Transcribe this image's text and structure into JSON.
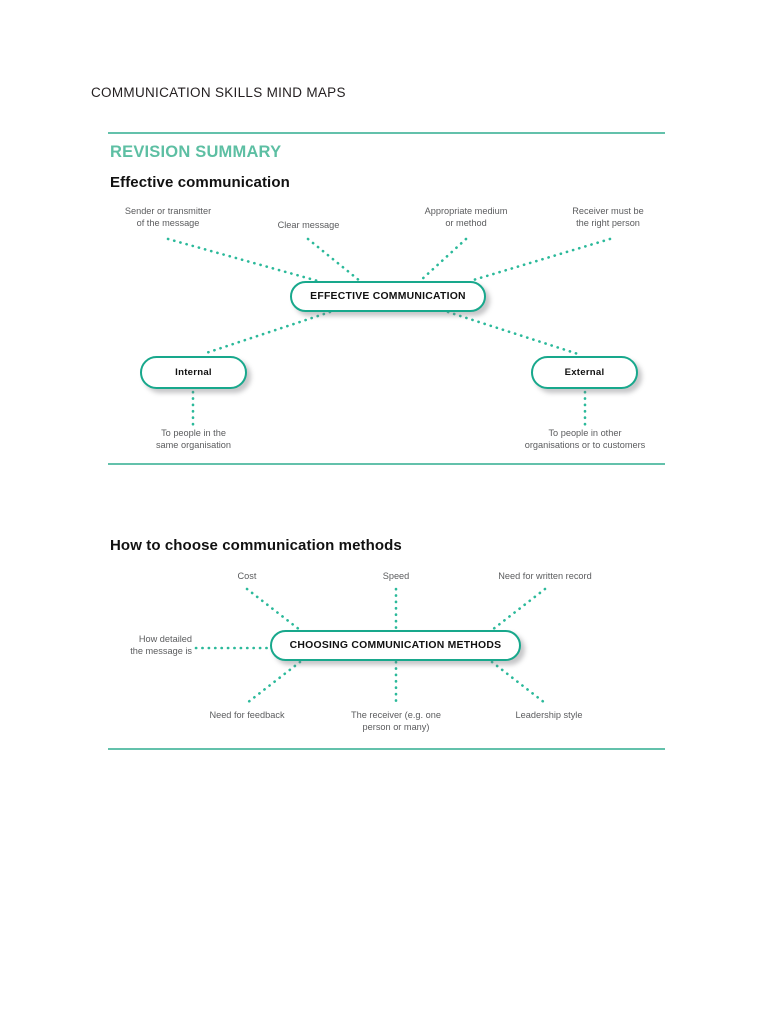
{
  "document": {
    "title": "COMMUNICATION SKILLS MIND MAPS",
    "section_label": "REVISION SUMMARY"
  },
  "colors": {
    "rule": "#63c1ab",
    "section_label": "#5dbfa3",
    "node_border": "#18a88c",
    "dotted_line": "#2bb99a",
    "leaf_text": "#5b5c5e",
    "heading_text": "#111111"
  },
  "mindmaps": [
    {
      "heading": "Effective communication",
      "central": {
        "label": "EFFECTIVE COMMUNICATION"
      },
      "top_leaves": [
        {
          "label": "Sender or transmitter\nof the message"
        },
        {
          "label": "Clear message"
        },
        {
          "label": "Appropriate medium\nor method"
        },
        {
          "label": "Receiver must be\nthe right person"
        }
      ],
      "branches": [
        {
          "label": "Internal",
          "leaf": "To people in the\nsame organisation"
        },
        {
          "label": "External",
          "leaf": "To people in other\norganisations or to customers"
        }
      ]
    },
    {
      "heading": "How to choose communication methods",
      "central": {
        "label": "CHOOSING COMMUNICATION METHODS"
      },
      "top_leaves": [
        {
          "label": "Cost"
        },
        {
          "label": "Speed"
        },
        {
          "label": "Need for written record"
        }
      ],
      "side_leaves": [
        {
          "label": "How detailed\nthe message is"
        }
      ],
      "bottom_leaves": [
        {
          "label": "Need for feedback"
        },
        {
          "label": "The receiver (e.g. one\nperson or many)"
        },
        {
          "label": "Leadership style"
        }
      ]
    }
  ]
}
